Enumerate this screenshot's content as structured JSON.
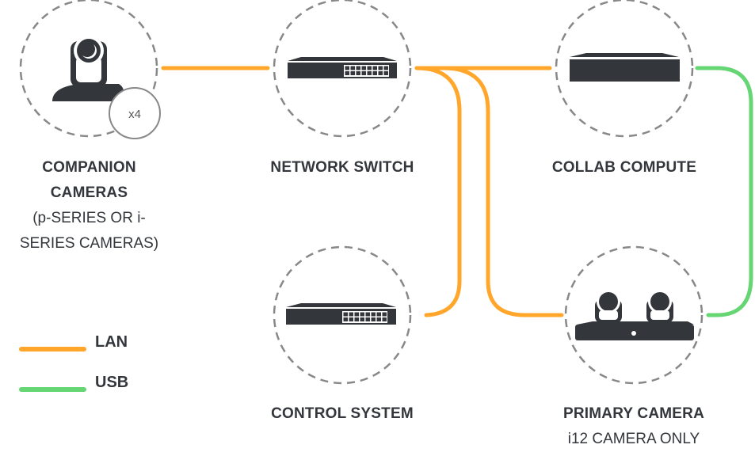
{
  "colors": {
    "lan": "#ffa62b",
    "usb": "#66d574",
    "device": "#33363b",
    "dashed_circle": "#888888",
    "text": "#33363b"
  },
  "nodes": {
    "companion_cameras": {
      "title_line1": "COMPANION",
      "title_line2": "CAMERAS",
      "subtitle_line1": "(p-SERIES OR i-",
      "subtitle_line2": "SERIES CAMERAS)",
      "badge": "x4",
      "icon": "ptz-camera-icon"
    },
    "network_switch": {
      "title": "NETWORK SWITCH",
      "icon": "network-switch-icon"
    },
    "collab_compute": {
      "title": "COLLAB COMPUTE",
      "icon": "compute-box-icon"
    },
    "control_system": {
      "title": "CONTROL SYSTEM",
      "icon": "network-switch-icon"
    },
    "primary_camera": {
      "title": "PRIMARY CAMERA",
      "subtitle": "i12 CAMERA ONLY",
      "icon": "dual-camera-bar-icon"
    }
  },
  "connections": [
    {
      "from": "companion_cameras",
      "to": "network_switch",
      "type": "LAN"
    },
    {
      "from": "network_switch",
      "to": "collab_compute",
      "type": "LAN"
    },
    {
      "from": "network_switch",
      "to": "control_system",
      "type": "LAN"
    },
    {
      "from": "network_switch",
      "to": "primary_camera",
      "type": "LAN"
    },
    {
      "from": "collab_compute",
      "to": "primary_camera",
      "type": "USB"
    }
  ],
  "legend": [
    {
      "label": "LAN",
      "color": "#ffa62b"
    },
    {
      "label": "USB",
      "color": "#66d574"
    }
  ]
}
